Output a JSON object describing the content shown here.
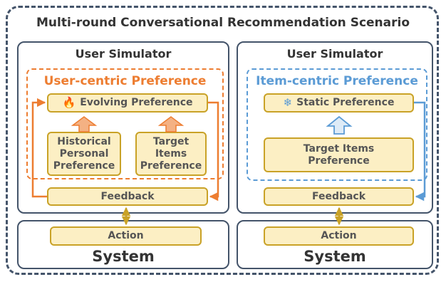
{
  "title": "Multi-round Conversational Recommendation Scenario",
  "left": {
    "simulator_label": "User Simulator",
    "preference_label": "User-centric Preference",
    "evolving_label": "Evolving Preference",
    "historical_label": "Historical Personal Preference",
    "target_label": "Target Items Preference",
    "feedback_label": "Feedback",
    "action_label": "Action",
    "system_label": "System"
  },
  "right": {
    "simulator_label": "User Simulator",
    "preference_label": "Item-centric Preference",
    "static_label": "Static Preference",
    "target_label": "Target Items Preference",
    "feedback_label": "Feedback",
    "action_label": "Action",
    "system_label": "System"
  },
  "colors": {
    "orange": "#ed7d31",
    "blue": "#5b9bd5",
    "gold": "#c9a227",
    "box_fill": "#fcefc4",
    "panel_border": "#44546a"
  },
  "icons": {
    "evolving": "fire-icon",
    "static": "snowflake-icon"
  }
}
